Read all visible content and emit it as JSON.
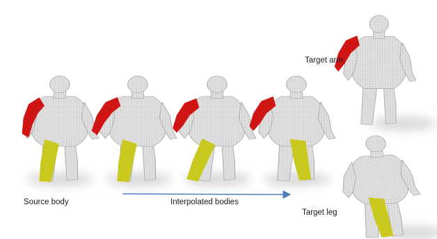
{
  "labels": {
    "source": "Source body",
    "interpolated": "Interpolated bodies",
    "target_arm": "Target arm",
    "target_leg": "Target leg"
  },
  "colors": {
    "body": "#dcdcdc",
    "body_outline": "#a9a9a9",
    "arm": "#d01515",
    "leg": "#c8c81e",
    "shadow": "#cfcfcf",
    "arrow": "#4f7db8"
  }
}
